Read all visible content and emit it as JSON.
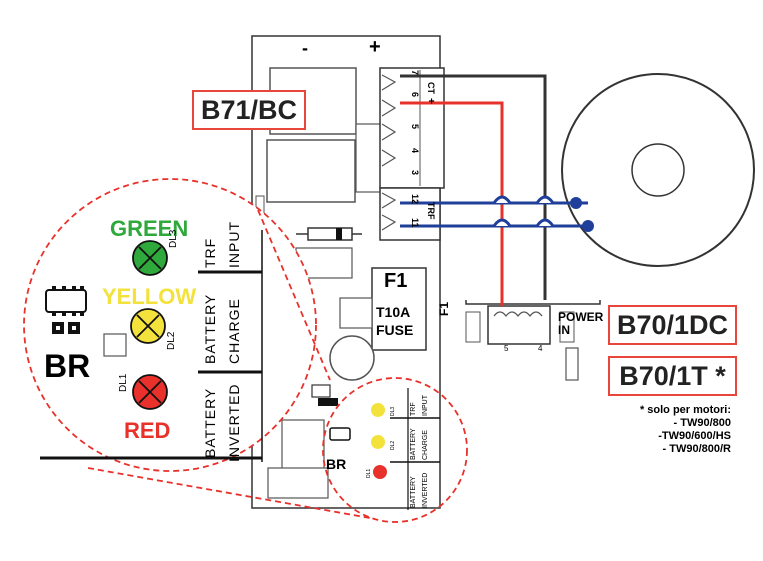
{
  "terminals": {
    "minus": "-",
    "plus": "+"
  },
  "labels": {
    "b71bc": "B71/BC",
    "b70_1dc": "B70/1DC",
    "b70_1t": "B70/1T *",
    "f1_big": "F1",
    "t10a": "T10A",
    "fuse": "FUSE",
    "f1_small": "F1",
    "power": "POWER",
    "in": "IN",
    "conn_4": "4",
    "conn_5": "5"
  },
  "terminal_block": {
    "pins": [
      "7",
      "6",
      "5",
      "4",
      "3"
    ],
    "pin_labels": [
      "CT",
      "+"
    ],
    "trf_pins": [
      "12",
      "11"
    ],
    "trf_label": "TRF"
  },
  "leds": {
    "green": "GREEN",
    "yellow": "YELLOW",
    "red": "RED",
    "dl3": "DL3",
    "dl2": "DL2",
    "dl1": "DL1"
  },
  "legend": {
    "battery": "BATTERY",
    "trf": "TRF",
    "input": "INPUT",
    "charge": "CHARGE",
    "inverted": "INVERTED",
    "br": "BR"
  },
  "note": {
    "title": "* solo per motori:",
    "items": [
      "- TW90/800",
      "-TW90/600/HS",
      "- TW90/800/R"
    ]
  },
  "colors": {
    "accent_red": "#e8463a",
    "wire_red": "#e8312a",
    "wire_blue": "#1f3f9a",
    "green": "#2fa83c",
    "yellow": "#f4e23c",
    "red": "#e8312a"
  }
}
